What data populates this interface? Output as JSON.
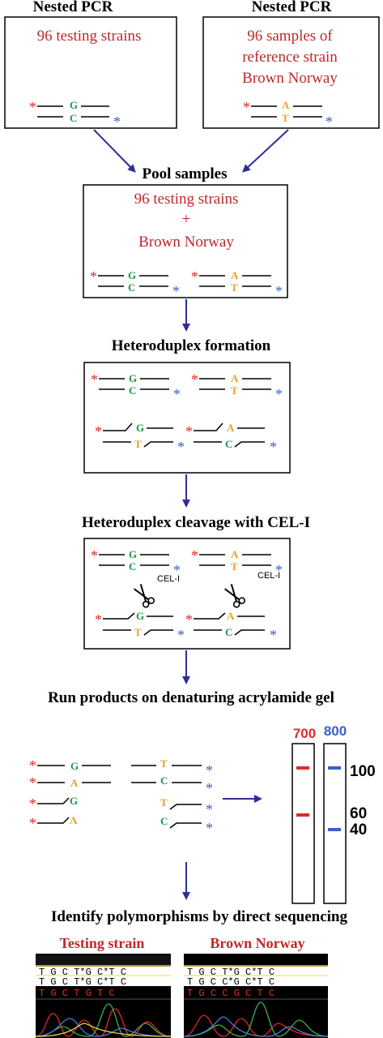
{
  "top_left": {
    "heading": "Nested PCR",
    "text": "96 testing strains",
    "base_top": "G",
    "base_bottom": "C"
  },
  "top_right": {
    "heading": "Nested PCR",
    "text_lines": [
      "96 samples of",
      "reference strain",
      "Brown Norway"
    ],
    "base_top": "A",
    "base_bottom": "T"
  },
  "pool": {
    "heading": "Pool samples",
    "text_lines": [
      "96 testing strains",
      "+",
      "Brown Norway"
    ]
  },
  "heteroduplex": {
    "heading": "Heteroduplex formation",
    "mismatch_left": {
      "top": "G",
      "bottom": "T"
    },
    "mismatch_right": {
      "top": "A",
      "bottom": "C"
    }
  },
  "cleavage": {
    "heading": "Heteroduplex cleavage with CEL-I",
    "enzyme_label": "CEL-I"
  },
  "gel": {
    "heading": "Run products on denaturing acrylamide gel",
    "fragments_left": [
      "G",
      "A",
      "G",
      "A"
    ],
    "fragments_right": [
      "T",
      "C",
      "T",
      "C"
    ],
    "lane_700_label": "700",
    "lane_800_label": "800",
    "size_markers": [
      "100",
      "60",
      "40"
    ]
  },
  "sequencing": {
    "heading": "Identify polymorphisms by direct sequencing",
    "left_title": "Testing strain",
    "right_title": "Brown Norway",
    "left_row1": "T G C T*G C*T C",
    "left_row2": "T G C T*G C*T C",
    "left_row3": "T G C T G T C",
    "right_row1": "T G C T*G C*T C",
    "right_row2": "T G C C*G C*T C",
    "right_row3": "T G C C G C T C"
  },
  "colors": {
    "text_red": "#c0282a",
    "arrow": "#2e2e9a",
    "g_green": "#1f9a4a",
    "a_orange": "#e8a02a",
    "star_red": "#e0282a",
    "star_blue": "#3a5fc8"
  }
}
